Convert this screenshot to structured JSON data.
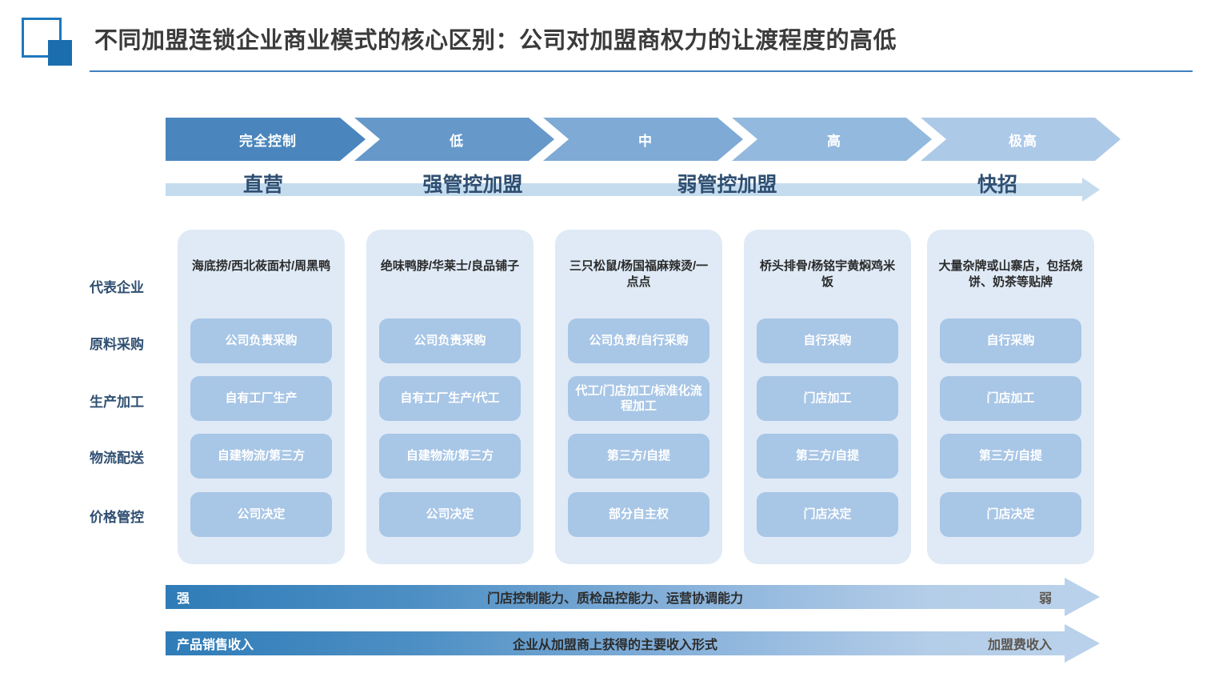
{
  "header": {
    "title": "不同加盟连锁企业商业模式的核心区别：公司对加盟商权力的让渡程度的高低",
    "icon": "square-outline-icon",
    "accent_color": "#1b6ead",
    "rule_color": "#3f7fc1"
  },
  "control_scale": {
    "name": "公司对加盟商权力的让渡程度",
    "steps": [
      {
        "label": "完全控制",
        "color": "#4a86bd"
      },
      {
        "label": "低",
        "color": "#6699ca"
      },
      {
        "label": "中",
        "color": "#7eaad5"
      },
      {
        "label": "高",
        "color": "#93b9de"
      },
      {
        "label": "极高",
        "color": "#adc9e8"
      }
    ]
  },
  "mode_bar": {
    "track_color": "#c5dcef",
    "labels": [
      {
        "text": "直营"
      },
      {
        "text": "强管控加盟"
      },
      {
        "text": "弱管控加盟"
      },
      {
        "text": "快招"
      }
    ]
  },
  "matrix": {
    "row_labels": [
      "代表企业",
      "原料采购",
      "生产加工",
      "物流配送",
      "价格管控"
    ],
    "columns": [
      {
        "title": "海底捞/西北莜面村/周黑鸭",
        "cells": [
          "公司负责采购",
          "自有工厂生产",
          "自建物流/第三方",
          "公司决定"
        ]
      },
      {
        "title": "绝味鸭脖/华莱士/良品铺子",
        "cells": [
          "公司负责采购",
          "自有工厂生产/代工",
          "自建物流/第三方",
          "公司决定"
        ]
      },
      {
        "title": "三只松鼠/杨国福麻辣烫/一点点",
        "cells": [
          "公司负责/自行采购",
          "代工/门店加工/标准化流程加工",
          "第三方/自提",
          "部分自主权"
        ]
      },
      {
        "title": "桥头排骨/杨铭宇黄焖鸡米饭",
        "cells": [
          "自行采购",
          "门店加工",
          "第三方/自提",
          "门店决定"
        ]
      },
      {
        "title": "大量杂牌或山寨店，包括烧饼、奶茶等贴牌",
        "cells": [
          "自行采购",
          "门店加工",
          "第三方/自提",
          "门店决定"
        ]
      }
    ],
    "card_bg": "#dfeaf6",
    "pill_bg": "#a8c6e6"
  },
  "capability_bar": {
    "left": "强",
    "center": "门店控制能力、质检品控能力、运营协调能力",
    "right": "弱"
  },
  "revenue_bar": {
    "left": "产品销售收入",
    "center": "企业从加盟商上获得的主要收入形式",
    "right": "加盟费收入"
  }
}
